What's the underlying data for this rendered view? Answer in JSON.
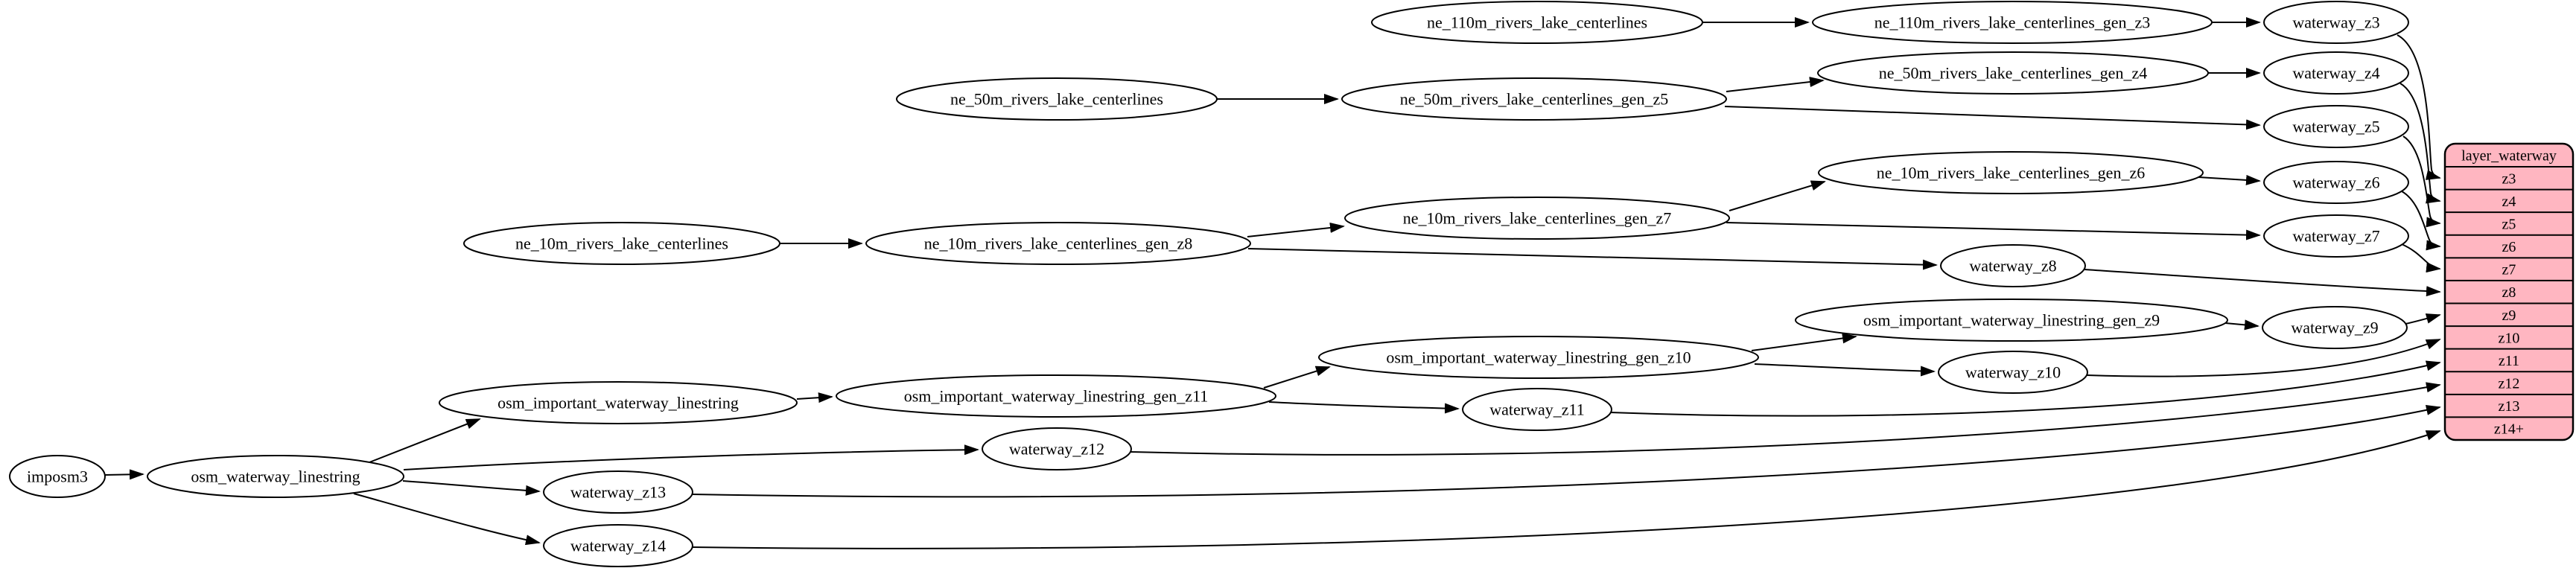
{
  "diagram": {
    "kind": "etl-dependency-graph",
    "background_color": "#ffffff",
    "node_fill_color": "#ffffff",
    "node_stroke_color": "#000000",
    "edge_color": "#000000",
    "nodes": [
      {
        "id": "imposm3",
        "label": "imposm3"
      },
      {
        "id": "osm_waterway_linestring",
        "label": "osm_waterway_linestring"
      },
      {
        "id": "osm_important_waterway_linestring",
        "label": "osm_important_waterway_linestring"
      },
      {
        "id": "osm_important_waterway_linestring_gen_z11",
        "label": "osm_important_waterway_linestring_gen_z11"
      },
      {
        "id": "osm_important_waterway_linestring_gen_z10",
        "label": "osm_important_waterway_linestring_gen_z10"
      },
      {
        "id": "osm_important_waterway_linestring_gen_z9",
        "label": "osm_important_waterway_linestring_gen_z9"
      },
      {
        "id": "ne_110m_rivers_lake_centerlines",
        "label": "ne_110m_rivers_lake_centerlines"
      },
      {
        "id": "ne_110m_rivers_lake_centerlines_gen_z3",
        "label": "ne_110m_rivers_lake_centerlines_gen_z3"
      },
      {
        "id": "ne_50m_rivers_lake_centerlines",
        "label": "ne_50m_rivers_lake_centerlines"
      },
      {
        "id": "ne_50m_rivers_lake_centerlines_gen_z5",
        "label": "ne_50m_rivers_lake_centerlines_gen_z5"
      },
      {
        "id": "ne_50m_rivers_lake_centerlines_gen_z4",
        "label": "ne_50m_rivers_lake_centerlines_gen_z4"
      },
      {
        "id": "ne_10m_rivers_lake_centerlines",
        "label": "ne_10m_rivers_lake_centerlines"
      },
      {
        "id": "ne_10m_rivers_lake_centerlines_gen_z8",
        "label": "ne_10m_rivers_lake_centerlines_gen_z8"
      },
      {
        "id": "ne_10m_rivers_lake_centerlines_gen_z7",
        "label": "ne_10m_rivers_lake_centerlines_gen_z7"
      },
      {
        "id": "ne_10m_rivers_lake_centerlines_gen_z6",
        "label": "ne_10m_rivers_lake_centerlines_gen_z6"
      },
      {
        "id": "waterway_z3",
        "label": "waterway_z3"
      },
      {
        "id": "waterway_z4",
        "label": "waterway_z4"
      },
      {
        "id": "waterway_z5",
        "label": "waterway_z5"
      },
      {
        "id": "waterway_z6",
        "label": "waterway_z6"
      },
      {
        "id": "waterway_z7",
        "label": "waterway_z7"
      },
      {
        "id": "waterway_z8",
        "label": "waterway_z8"
      },
      {
        "id": "waterway_z9",
        "label": "waterway_z9"
      },
      {
        "id": "waterway_z10",
        "label": "waterway_z10"
      },
      {
        "id": "waterway_z11",
        "label": "waterway_z11"
      },
      {
        "id": "waterway_z12",
        "label": "waterway_z12"
      },
      {
        "id": "waterway_z13",
        "label": "waterway_z13"
      },
      {
        "id": "waterway_z14",
        "label": "waterway_z14"
      }
    ],
    "table": {
      "title": "layer_waterway",
      "rows": [
        "z3",
        "z4",
        "z5",
        "z6",
        "z7",
        "z8",
        "z9",
        "z10",
        "z11",
        "z12",
        "z13",
        "z14+"
      ],
      "fill_color": "#ffb6c1",
      "stroke_color": "#000000"
    },
    "edges": [
      {
        "from": "imposm3",
        "to": "osm_waterway_linestring"
      },
      {
        "from": "osm_waterway_linestring",
        "to": "osm_important_waterway_linestring"
      },
      {
        "from": "osm_waterway_linestring",
        "to": "waterway_z12"
      },
      {
        "from": "osm_waterway_linestring",
        "to": "waterway_z13"
      },
      {
        "from": "osm_waterway_linestring",
        "to": "waterway_z14"
      },
      {
        "from": "osm_important_waterway_linestring",
        "to": "osm_important_waterway_linestring_gen_z11"
      },
      {
        "from": "osm_important_waterway_linestring_gen_z11",
        "to": "osm_important_waterway_linestring_gen_z10"
      },
      {
        "from": "osm_important_waterway_linestring_gen_z11",
        "to": "waterway_z11"
      },
      {
        "from": "osm_important_waterway_linestring_gen_z10",
        "to": "osm_important_waterway_linestring_gen_z9"
      },
      {
        "from": "osm_important_waterway_linestring_gen_z10",
        "to": "waterway_z10"
      },
      {
        "from": "osm_important_waterway_linestring_gen_z9",
        "to": "waterway_z9"
      },
      {
        "from": "ne_10m_rivers_lake_centerlines",
        "to": "ne_10m_rivers_lake_centerlines_gen_z8"
      },
      {
        "from": "ne_10m_rivers_lake_centerlines_gen_z8",
        "to": "ne_10m_rivers_lake_centerlines_gen_z7"
      },
      {
        "from": "ne_10m_rivers_lake_centerlines_gen_z8",
        "to": "waterway_z8"
      },
      {
        "from": "ne_10m_rivers_lake_centerlines_gen_z7",
        "to": "ne_10m_rivers_lake_centerlines_gen_z6"
      },
      {
        "from": "ne_10m_rivers_lake_centerlines_gen_z7",
        "to": "waterway_z7"
      },
      {
        "from": "ne_10m_rivers_lake_centerlines_gen_z6",
        "to": "waterway_z6"
      },
      {
        "from": "ne_50m_rivers_lake_centerlines",
        "to": "ne_50m_rivers_lake_centerlines_gen_z5"
      },
      {
        "from": "ne_50m_rivers_lake_centerlines_gen_z5",
        "to": "ne_50m_rivers_lake_centerlines_gen_z4"
      },
      {
        "from": "ne_50m_rivers_lake_centerlines_gen_z5",
        "to": "waterway_z5"
      },
      {
        "from": "ne_50m_rivers_lake_centerlines_gen_z4",
        "to": "waterway_z4"
      },
      {
        "from": "ne_110m_rivers_lake_centerlines",
        "to": "ne_110m_rivers_lake_centerlines_gen_z3"
      },
      {
        "from": "ne_110m_rivers_lake_centerlines_gen_z3",
        "to": "waterway_z3"
      },
      {
        "from": "waterway_z3",
        "to": "layer_waterway",
        "row": "z3"
      },
      {
        "from": "waterway_z4",
        "to": "layer_waterway",
        "row": "z4"
      },
      {
        "from": "waterway_z5",
        "to": "layer_waterway",
        "row": "z5"
      },
      {
        "from": "waterway_z6",
        "to": "layer_waterway",
        "row": "z6"
      },
      {
        "from": "waterway_z7",
        "to": "layer_waterway",
        "row": "z7"
      },
      {
        "from": "waterway_z8",
        "to": "layer_waterway",
        "row": "z8"
      },
      {
        "from": "waterway_z9",
        "to": "layer_waterway",
        "row": "z9"
      },
      {
        "from": "waterway_z10",
        "to": "layer_waterway",
        "row": "z10"
      },
      {
        "from": "waterway_z11",
        "to": "layer_waterway",
        "row": "z11"
      },
      {
        "from": "waterway_z12",
        "to": "layer_waterway",
        "row": "z12"
      },
      {
        "from": "waterway_z13",
        "to": "layer_waterway",
        "row": "z13"
      },
      {
        "from": "waterway_z14",
        "to": "layer_waterway",
        "row": "z14+"
      }
    ]
  }
}
